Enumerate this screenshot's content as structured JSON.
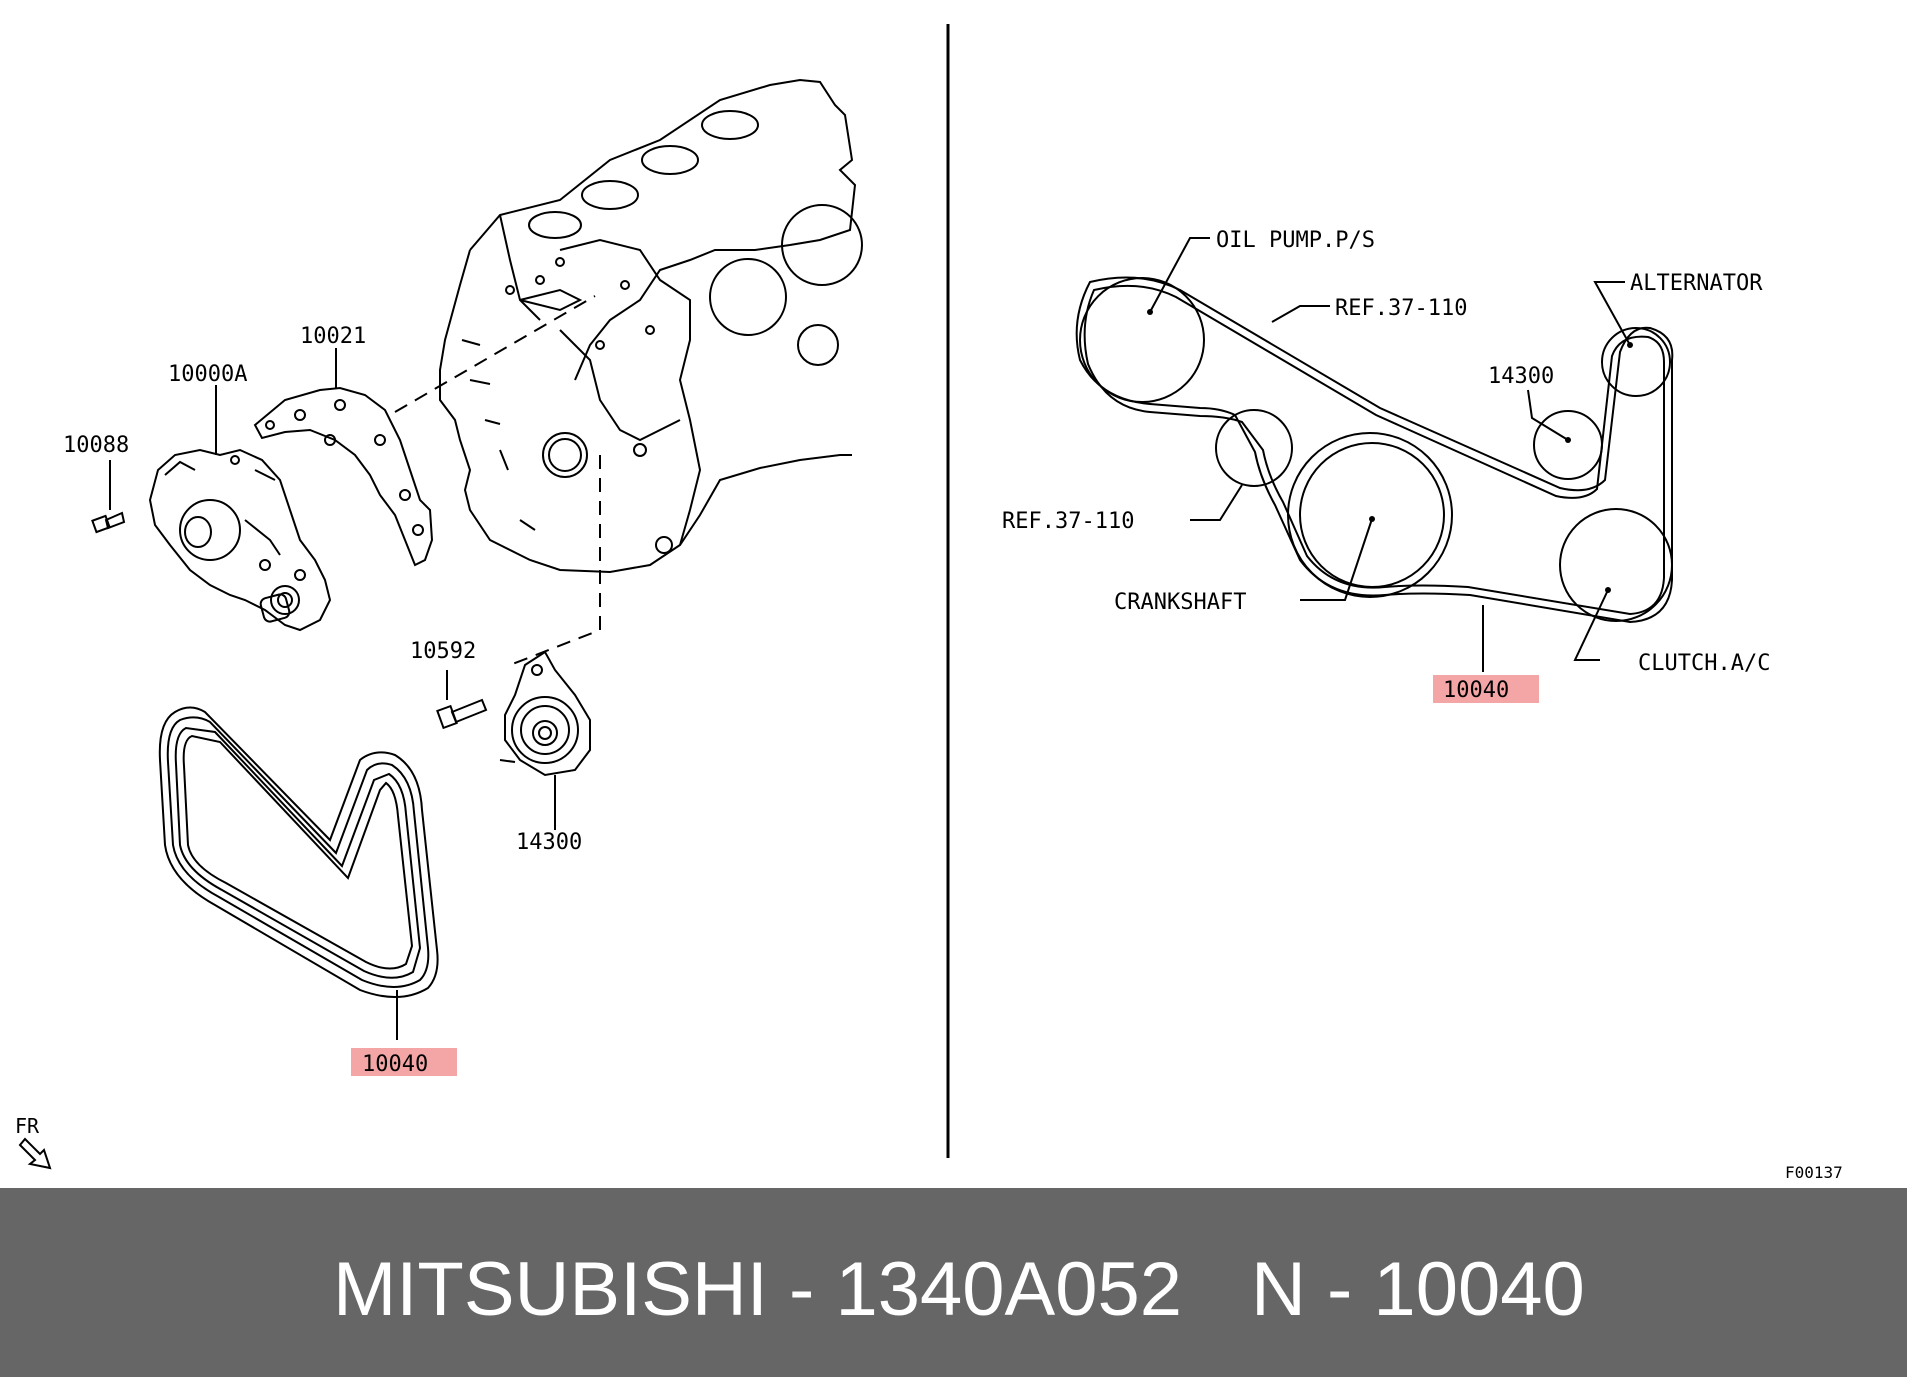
{
  "left_diagram": {
    "callouts": {
      "water_pump": "10000A",
      "gasket": "10021",
      "bolt_pump": "10088",
      "bolt_tensioner": "10592",
      "tensioner": "14300",
      "belt": "10040"
    }
  },
  "right_diagram": {
    "labels": {
      "oil_pump": "OIL PUMP.P/S",
      "ref_top": "REF.37-110",
      "alternator": "ALTERNATOR",
      "tensioner": "14300",
      "ref_left": "REF.37-110",
      "crankshaft": "CRANKSHAFT",
      "clutch": "CLUTCH.A/C",
      "belt": "10040"
    }
  },
  "orientation": {
    "label": "FR"
  },
  "figure_code": "F00137",
  "footer": {
    "brand_part": "MITSUBISHI - 1340A052",
    "ref_number": "N - 10040"
  },
  "colors": {
    "highlight": "#f4a6a6",
    "footer_bg": "#666666",
    "footer_text": "#ffffff"
  }
}
